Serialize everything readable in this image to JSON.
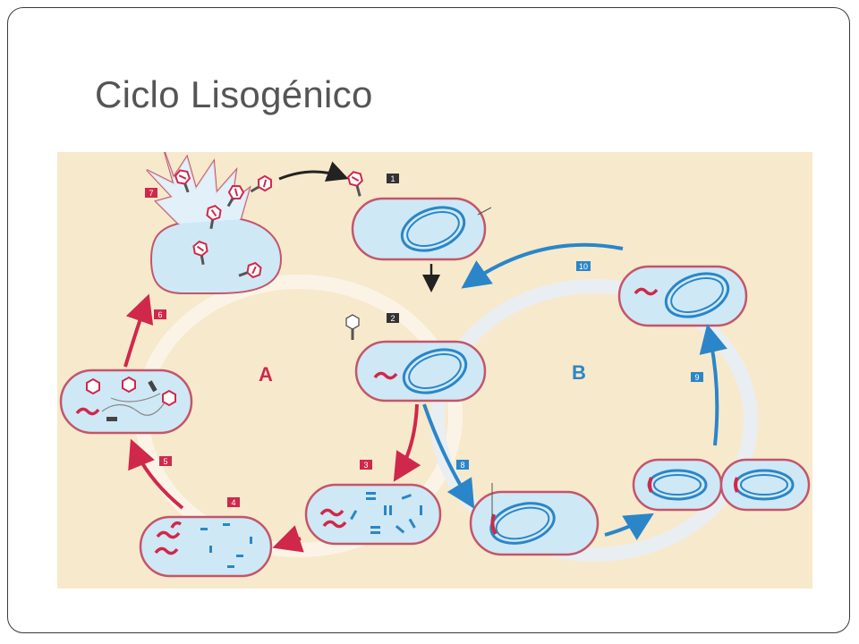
{
  "slide": {
    "title": "Ciclo Lisogénico"
  },
  "diagram": {
    "cycle_a_label": "A",
    "cycle_b_label": "B",
    "colors": {
      "background": "#f7e9cc",
      "cell_fill": "#cfe8f5",
      "cell_outline": "#c4556a",
      "dna_blue": "#2a86c8",
      "phage_red": "#d0284a",
      "arrow_black": "#222222",
      "step_badge_red": "#d0284a",
      "step_badge_blue": "#2a86c8",
      "step_badge_dark": "#333333"
    },
    "steps": [
      {
        "label": "1",
        "style": "dark"
      },
      {
        "label": "2",
        "style": "dark"
      },
      {
        "label": "3",
        "style": "red"
      },
      {
        "label": "4",
        "style": "red"
      },
      {
        "label": "5",
        "style": "red"
      },
      {
        "label": "6",
        "style": "red"
      },
      {
        "label": "7",
        "style": "red"
      },
      {
        "label": "8",
        "style": "blue"
      },
      {
        "label": "9",
        "style": "blue"
      },
      {
        "label": "10",
        "style": "blue"
      }
    ]
  }
}
